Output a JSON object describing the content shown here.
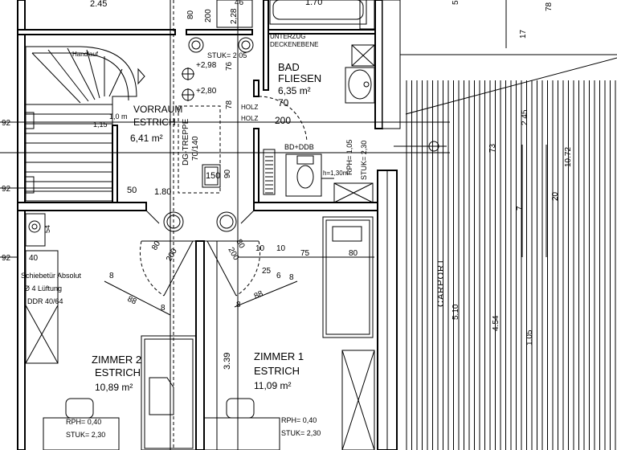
{
  "rooms": {
    "bad": {
      "name": "BAD",
      "finish": "FLIESEN",
      "area": "6,35 m²"
    },
    "vorraum": {
      "name": "VORRAUM",
      "finish": "ESTRICH",
      "area": "6,41 m²"
    },
    "zimmer2": {
      "name": "ZIMMER 2",
      "finish": "ESTRICH",
      "area": "10,89 m²"
    },
    "zimmer1": {
      "name": "ZIMMER 1",
      "finish": "ESTRICH",
      "area": "11,09 m²"
    },
    "carport": {
      "name": "CARPORT"
    }
  },
  "labels": {
    "handlauf": "Handlauf",
    "deckenebene": [
      "UNTERZUG",
      "DECKENEBENE"
    ],
    "dg_treppe": "DG-TREPPE",
    "schiebetuer": [
      "Schiebetür Absolut",
      "Ø 4 Lüftung",
      "DDR 40/64"
    ],
    "treppe_size": "70/140",
    "stuk_205": "STUK= 2,05",
    "rph_bad": "RPH= 1,05",
    "stuk_bad": "STUK= 2,30",
    "rph_z2": "RPH= 0,40",
    "stuk_z2": "STUK= 2,30",
    "rph_z1": "RPH= 0,40",
    "stuk_z1": "STUK= 2,30",
    "holz1": "HOLZ",
    "holz2": "HOLZ",
    "bd_db": "BD+DDB",
    "s_130": "h=1,30m",
    "m_10": "1,0 m",
    "m_115": "1,15"
  },
  "dimensions": {
    "top_245": "2.45",
    "top_170": "1.70",
    "d80a": "80",
    "d200a": "200",
    "d46": "46",
    "d228": "2,28",
    "d205": "2,05",
    "h298": "+2,98",
    "h280": "+2,80",
    "d70": "70",
    "d200b": "200",
    "d78": "78",
    "d76": "76",
    "d90": "90",
    "d150": "150",
    "d50": "50",
    "d180": "1.80",
    "left92a": "92",
    "left92b": "92",
    "left92c": "92",
    "d40": "40",
    "d54": "54",
    "door_l80": "80",
    "door_l200": "200",
    "door_r80": "80",
    "door_r200": "200",
    "d10a": "10",
    "d10b": "10",
    "d75": "75",
    "d80c": "80",
    "d25": "25",
    "d6": "6",
    "diag_88l": "88",
    "diag_8l1": "8",
    "diag_8l2": "8",
    "diag_88r": "88",
    "diag_8r1": "8",
    "diag_8r2": "8",
    "d339": "3.39",
    "c17": "17",
    "c78": "78",
    "c245": "2.45",
    "c73": "73",
    "c1072": "10.72",
    "c7": "7",
    "c20": "20",
    "c510": "5.10",
    "c454": "4.54",
    "c105": "1.05",
    "c5": "5"
  },
  "colors": {
    "line": "#000000",
    "paper": "#ffffff"
  }
}
